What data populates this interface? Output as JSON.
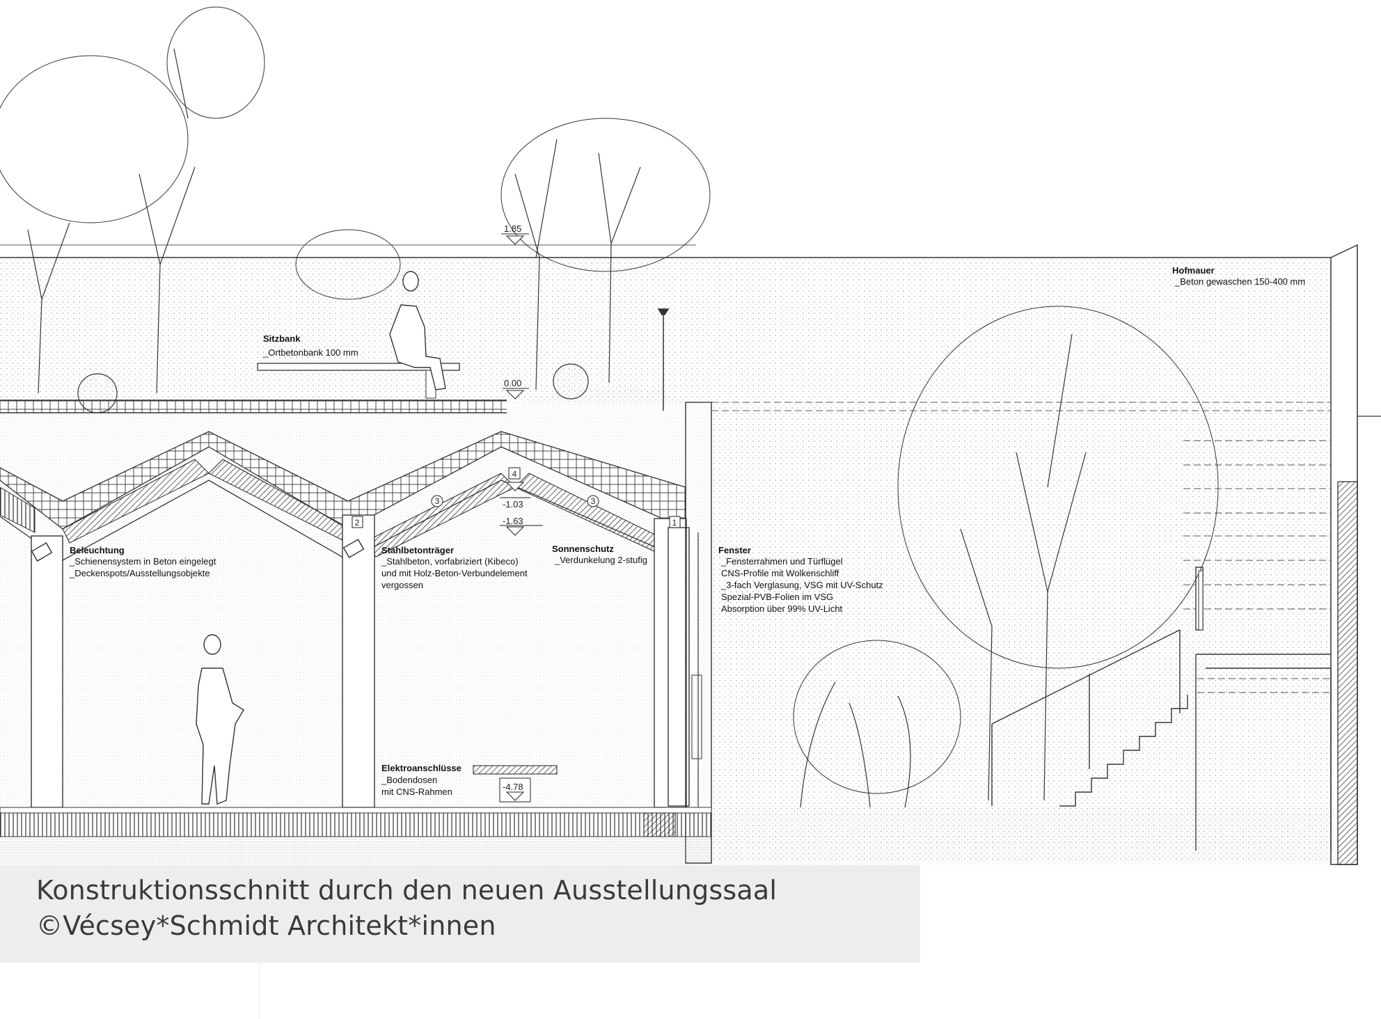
{
  "annotations": {
    "sitzbank": {
      "title": "Sitzbank",
      "lines": [
        "_Ortbetonbank  100 mm"
      ]
    },
    "hofmauer": {
      "title": "Hofmauer",
      "lines": [
        "_Beton gewaschen  150-400 mm"
      ]
    },
    "beleuchtung": {
      "title": "Beleuchtung",
      "lines": [
        "_Schienensystem in Beton eingelegt",
        "_Deckenspots/Ausstellungsobjekte"
      ]
    },
    "stahlbetontraeger": {
      "title": "Stahlbetonträger",
      "lines": [
        "_Stahlbeton, vorfabriziert (Kibeco)",
        "  und mit Holz-Beton-Verbundelement",
        "  vergossen"
      ]
    },
    "sonnenschutz": {
      "title": "Sonnenschutz",
      "lines": [
        "_Verdunkelung 2-stufig"
      ]
    },
    "fenster": {
      "title": "Fenster",
      "lines": [
        "_Fensterrahmen und Türflügel",
        "  CNS-Profile mit Wolkenschliff",
        "_3-fach Verglasung, VSG mit UV-Schutz",
        "  Spezial-PVB-Folien im VSG",
        "  Absorption über 99% UV-Licht"
      ]
    },
    "elektro": {
      "title": "Elektroanschlüsse",
      "lines": [
        "_Bodendosen",
        "  mit CNS-Rahmen"
      ]
    }
  },
  "levels": {
    "top": "1.85",
    "ground": "0.00",
    "l1": "-1.03",
    "l2": "-1.63",
    "floor": "-4.78"
  },
  "markers": {
    "m1": "1",
    "m2": "2",
    "m3a": "3",
    "m3b": "3",
    "m4": "4"
  },
  "caption": {
    "line1": "Konstruktionsschnitt durch den neuen Ausstellungssaal",
    "line2": "©Vécsey*Schmidt Architekt*innen"
  }
}
